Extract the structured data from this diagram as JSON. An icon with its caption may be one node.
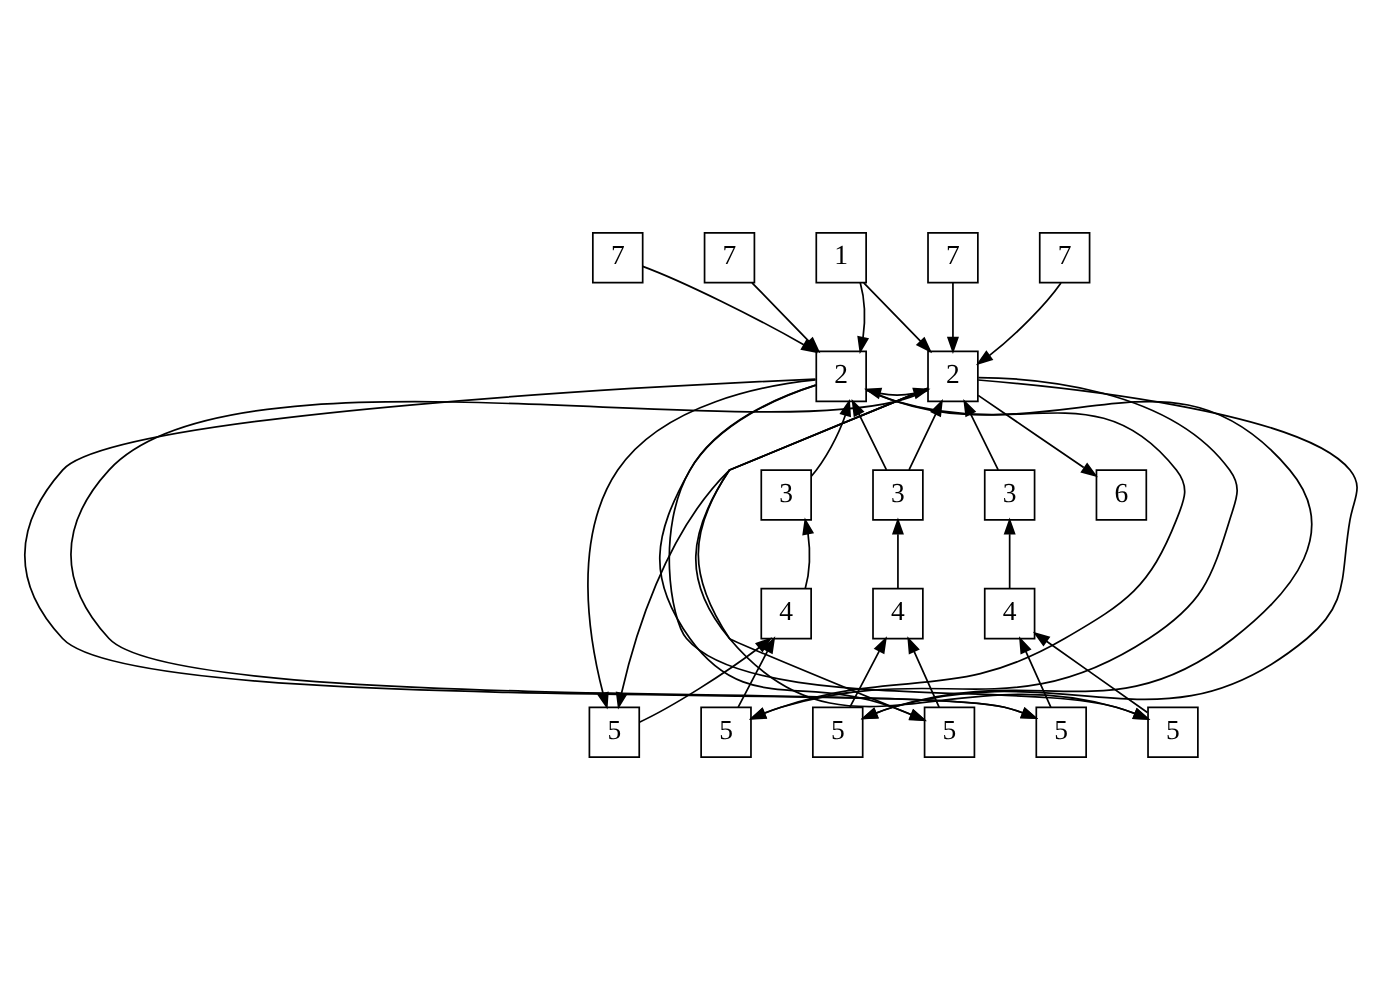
{
  "diagram": {
    "nodes": [
      {
        "text": [
          "7"
        ]
      },
      {
        "text": [
          "7"
        ]
      },
      {
        "text": [
          "1"
        ]
      },
      {
        "text": [
          "7"
        ]
      },
      {
        "text": [
          "7"
        ]
      },
      {
        "text": [
          "2"
        ]
      },
      {
        "text": [
          "2"
        ]
      },
      {
        "text": [
          "3"
        ]
      },
      {
        "text": [
          "3"
        ]
      },
      {
        "text": [
          "3"
        ]
      },
      {
        "text": [
          "6"
        ]
      },
      {
        "text": [
          "4"
        ]
      },
      {
        "text": [
          "4"
        ]
      },
      {
        "text": [
          "4"
        ]
      },
      {
        "text": [
          "5"
        ]
      },
      {
        "text": [
          "5"
        ]
      },
      {
        "text": [
          "5"
        ]
      },
      {
        "text": [
          "5"
        ]
      },
      {
        "text": [
          "5"
        ]
      },
      {
        "text": [
          "5"
        ]
      }
    ],
    "edges": [
      {
        "from": 0,
        "to": 5,
        "arrow": "to"
      },
      {
        "from": 1,
        "to": 5,
        "arrow": "to"
      },
      {
        "from": 2,
        "to": 5,
        "arrow": "to"
      },
      {
        "from": 2,
        "to": 6,
        "arrow": "to"
      },
      {
        "from": 3,
        "to": 6,
        "arrow": "to"
      },
      {
        "from": 4,
        "to": 6,
        "arrow": "to"
      },
      {
        "from": 5,
        "to": 6,
        "arrow": "both"
      },
      {
        "from": 7,
        "to": 5,
        "arrow": "to"
      },
      {
        "from": 8,
        "to": 5,
        "arrow": "to"
      },
      {
        "from": 8,
        "to": 6,
        "arrow": "to"
      },
      {
        "from": 9,
        "to": 6,
        "arrow": "to"
      },
      {
        "from": 6,
        "to": 10,
        "arrow": "to"
      },
      {
        "from": 11,
        "to": 7,
        "arrow": "to"
      },
      {
        "from": 12,
        "to": 8,
        "arrow": "to"
      },
      {
        "from": 13,
        "to": 9,
        "arrow": "to"
      },
      {
        "from": 14,
        "to": 11,
        "arrow": "to"
      },
      {
        "from": 15,
        "to": 11,
        "arrow": "to"
      },
      {
        "from": 16,
        "to": 12,
        "arrow": "to"
      },
      {
        "from": 17,
        "to": 12,
        "arrow": "to"
      },
      {
        "from": 18,
        "to": 13,
        "arrow": "to"
      },
      {
        "from": 19,
        "to": 13,
        "arrow": "to"
      },
      {
        "from": 5,
        "to": 14,
        "arrow": "to"
      },
      {
        "from": 5,
        "to": 15,
        "arrow": "to"
      },
      {
        "from": 5,
        "to": 16,
        "arrow": "to"
      },
      {
        "from": 5,
        "to": 17,
        "arrow": "to"
      },
      {
        "from": 5,
        "to": 18,
        "arrow": "to"
      },
      {
        "from": 5,
        "to": 19,
        "arrow": "to"
      },
      {
        "from": 6,
        "to": 14,
        "arrow": "to"
      },
      {
        "from": 6,
        "to": 15,
        "arrow": "to"
      },
      {
        "from": 6,
        "to": 16,
        "arrow": "to"
      },
      {
        "from": 6,
        "to": 17,
        "arrow": "to"
      },
      {
        "from": 6,
        "to": 18,
        "arrow": "to"
      },
      {
        "from": 6,
        "to": 19,
        "arrow": "to"
      }
    ]
  }
}
